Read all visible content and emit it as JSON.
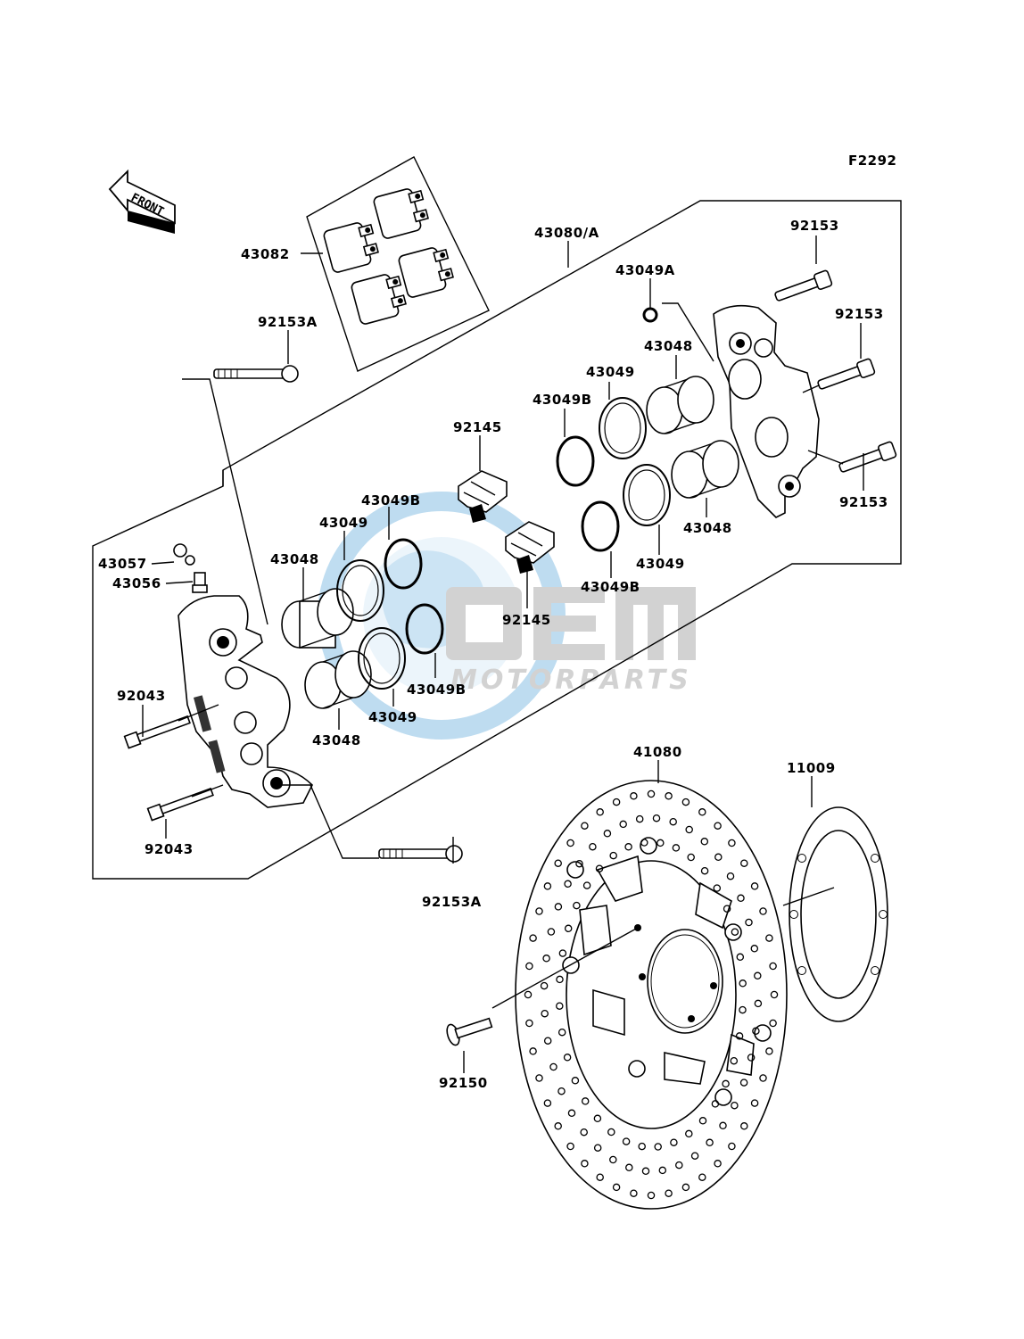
{
  "diagram": {
    "figure_code": "F2292",
    "front_label": "FRONT",
    "watermark": {
      "brand": "OEM",
      "sub": "MOTORPARTS",
      "colors": {
        "blue": "#9cc9e8",
        "gray": "#c4c4c4"
      }
    },
    "parts": {
      "p43082": "43082",
      "p92153A_top": "92153A",
      "p43080A": "43080/A",
      "p43049A": "43049A",
      "p92153_a": "92153",
      "p92153_b": "92153",
      "p92153_c": "92153",
      "p43048_tr1": "43048",
      "p43049_tr1": "43049",
      "p43049B_tr": "43049B",
      "p92145_top": "92145",
      "p43049B_mid": "43049B",
      "p43049_mid": "43049",
      "p43048_left": "43048",
      "p43057": "43057",
      "p43056": "43056",
      "p92145_bot": "92145",
      "p43049B_right": "43049B",
      "p43049_right": "43049",
      "p43048_right": "43048",
      "p43049B_low": "43049B",
      "p43049_low": "43049",
      "p43048_low": "43048",
      "p92043_a": "92043",
      "p92043_b": "92043",
      "p41080": "41080",
      "p11009": "11009",
      "p92153A_bot": "92153A",
      "p92150": "92150"
    }
  }
}
